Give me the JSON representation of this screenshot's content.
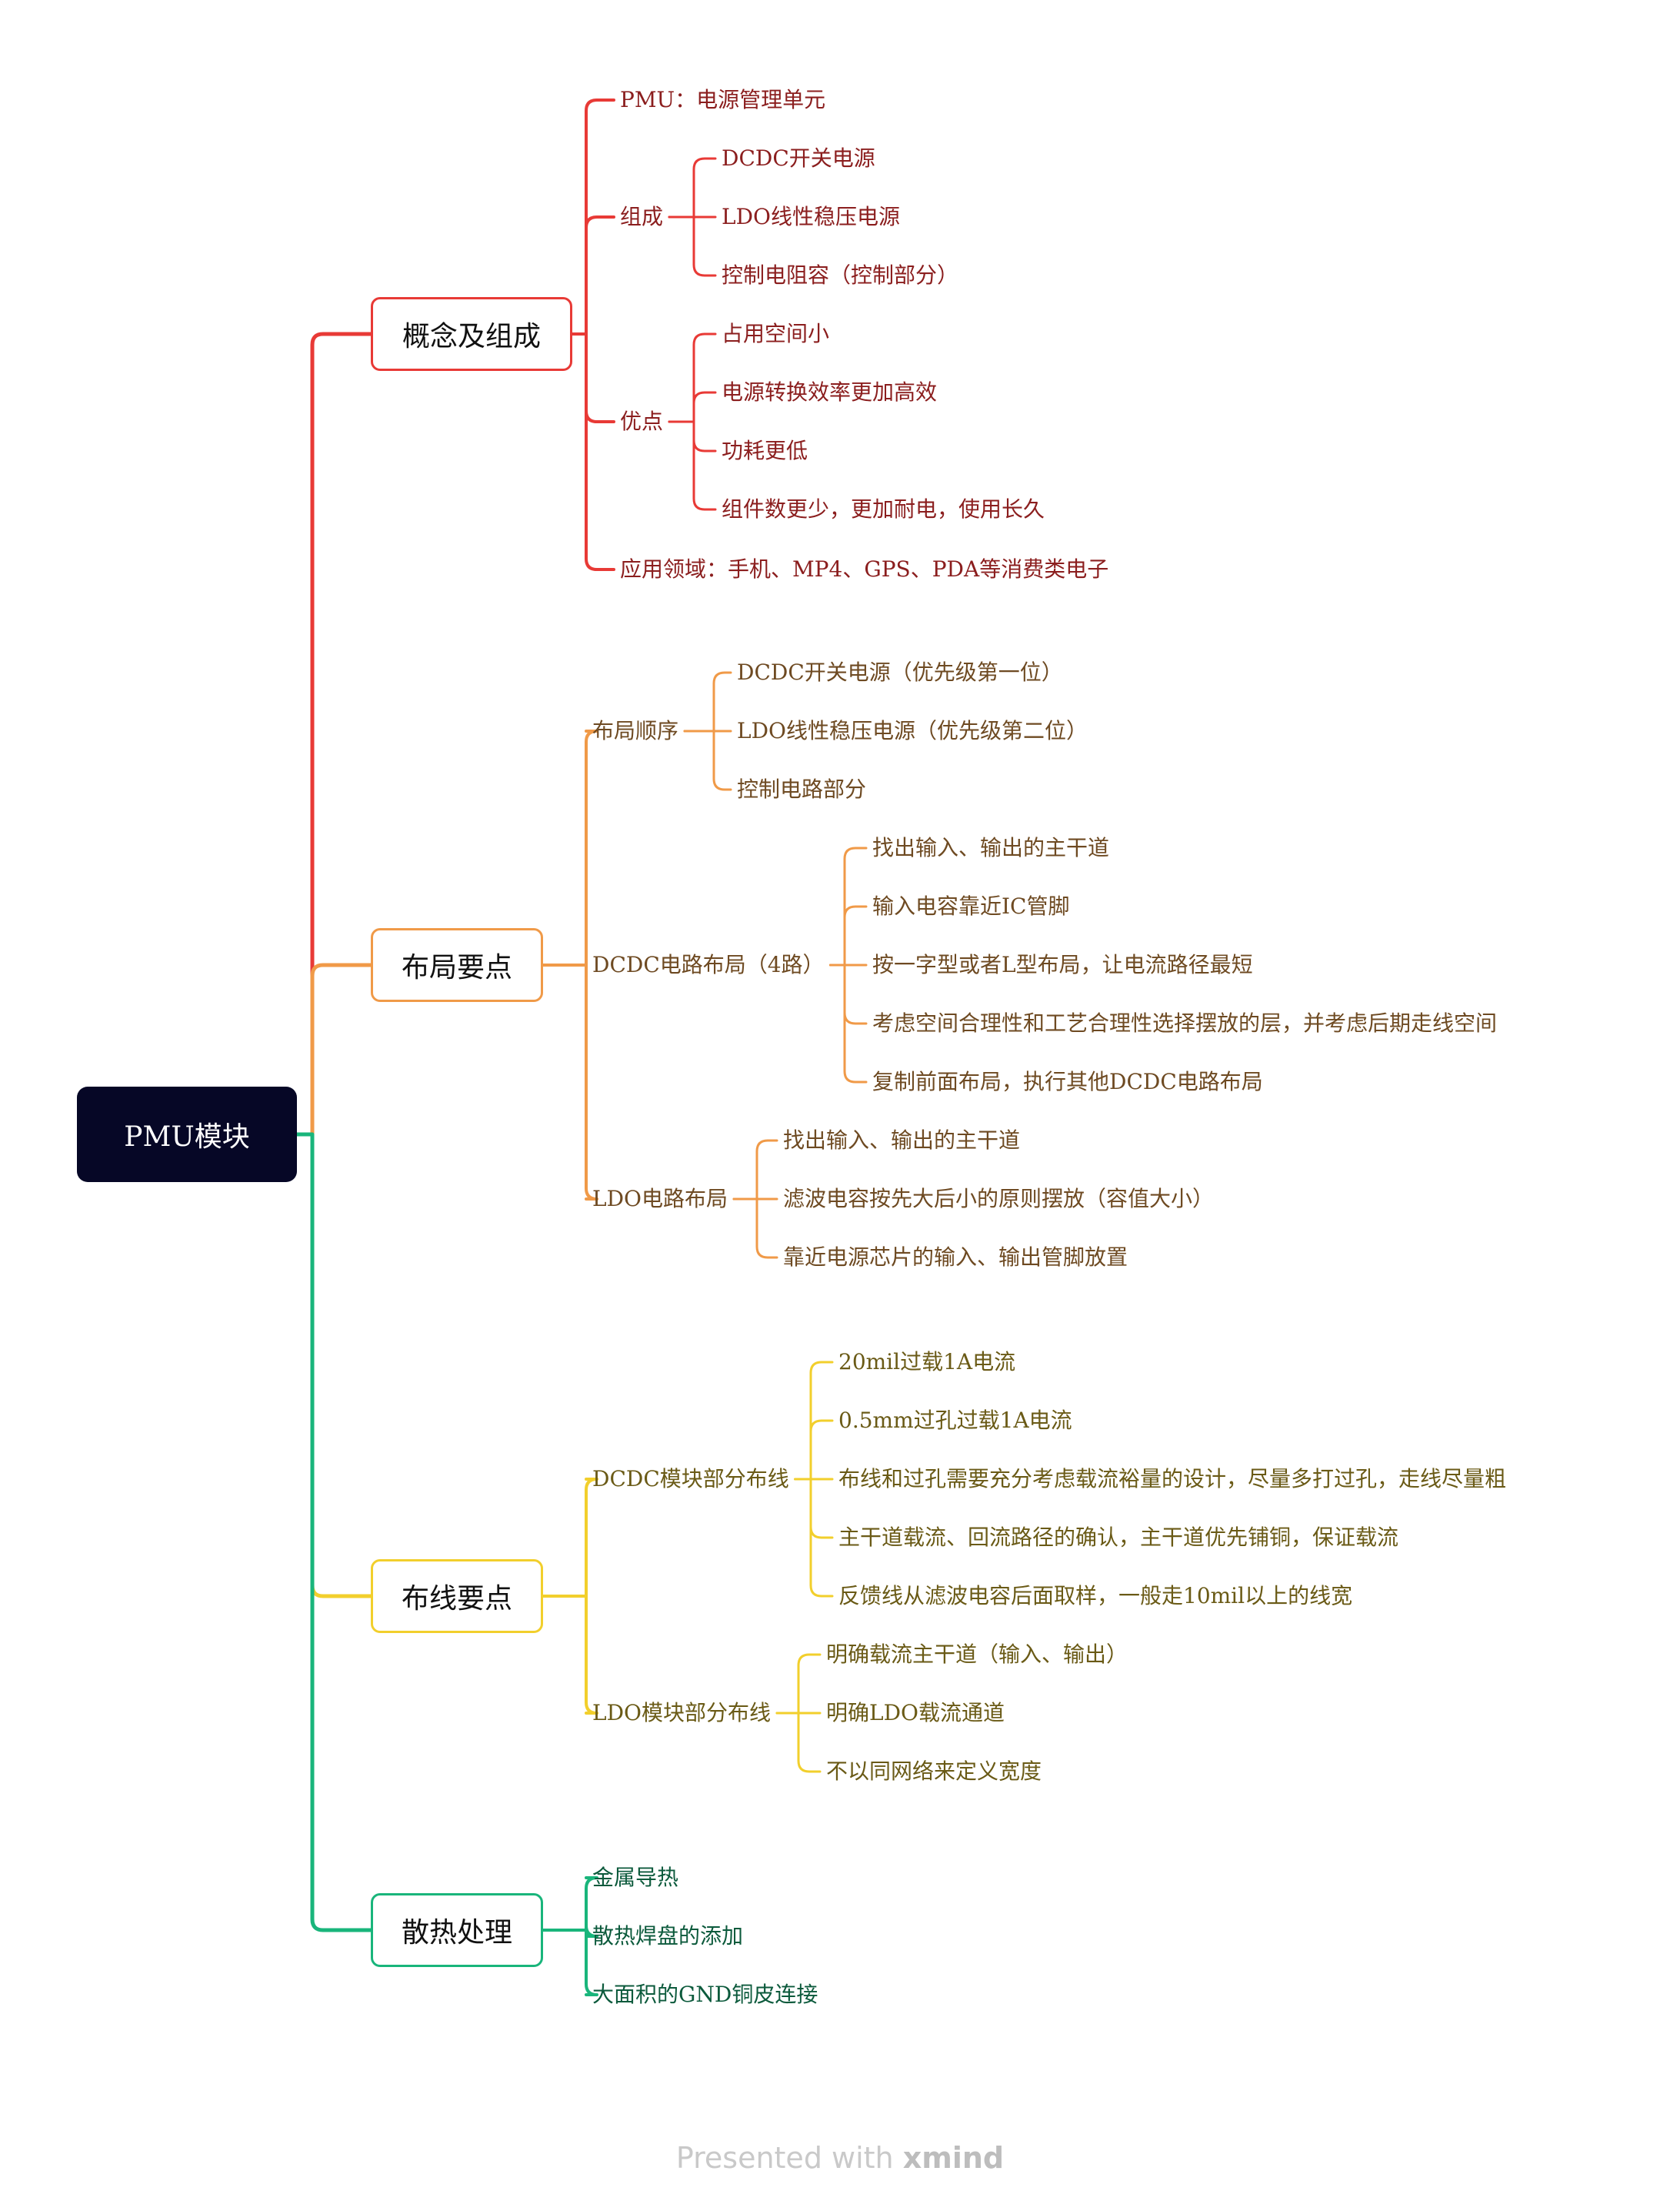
{
  "root": "PMU模块",
  "branches": [
    {
      "label": "概念及组成",
      "color": "#e83a36",
      "text_color": "#8b1e1e",
      "children": [
        {
          "label": "PMU：电源管理单元"
        },
        {
          "label": "组成",
          "children": [
            "DCDC开关电源",
            "LDO线性稳压电源",
            "控制电阻容（控制部分）"
          ]
        },
        {
          "label": "优点",
          "children": [
            "占用空间小",
            "电源转换效率更加高效",
            "功耗更低",
            "组件数更少，更加耐电，使用长久"
          ]
        },
        {
          "label": "应用领域：手机、MP4、GPS、PDA等消费类电子"
        }
      ]
    },
    {
      "label": "布局要点",
      "color": "#f09a48",
      "text_color": "#6e4a22",
      "children": [
        {
          "label": "布局顺序",
          "children": [
            "DCDC开关电源（优先级第一位）",
            "LDO线性稳压电源（优先级第二位）",
            "控制电路部分"
          ]
        },
        {
          "label": "DCDC电路布局（4路）",
          "children": [
            "找出输入、输出的主干道",
            "输入电容靠近IC管脚",
            "按一字型或者L型布局，让电流路径最短",
            "考虑空间合理性和工艺合理性选择摆放的层，并考虑后期走线空间",
            "复制前面布局，执行其他DCDC电路布局"
          ]
        },
        {
          "label": "LDO电路布局",
          "children": [
            "找出输入、输出的主干道",
            "滤波电容按先大后小的原则摆放（容值大小）",
            "靠近电源芯片的输入、输出管脚放置"
          ]
        }
      ]
    },
    {
      "label": "布线要点",
      "color": "#f2cf2c",
      "text_color": "#6a5a16",
      "children": [
        {
          "label": "DCDC模块部分布线",
          "children": [
            "20mil过载1A电流",
            "0.5mm过孔过载1A电流",
            "布线和过孔需要充分考虑载流裕量的设计，尽量多打过孔，走线尽量粗",
            "主干道载流、回流路径的确认，主干道优先铺铜，保证载流",
            "反馈线从滤波电容后面取样，一般走10mil以上的线宽"
          ]
        },
        {
          "label": "LDO模块部分布线",
          "children": [
            "明确载流主干道（输入、输出）",
            "明确LDO载流通道",
            "不以同网络来定义宽度"
          ]
        }
      ]
    },
    {
      "label": "散热处理",
      "color": "#19b57b",
      "text_color": "#0c5a3c",
      "children": [
        {
          "label": "金属导热"
        },
        {
          "label": "散热焊盘的添加"
        },
        {
          "label": "大面积的GND铜皮连接"
        }
      ]
    }
  ],
  "footer": {
    "prefix": "Presented with",
    "brand": "xmind"
  }
}
